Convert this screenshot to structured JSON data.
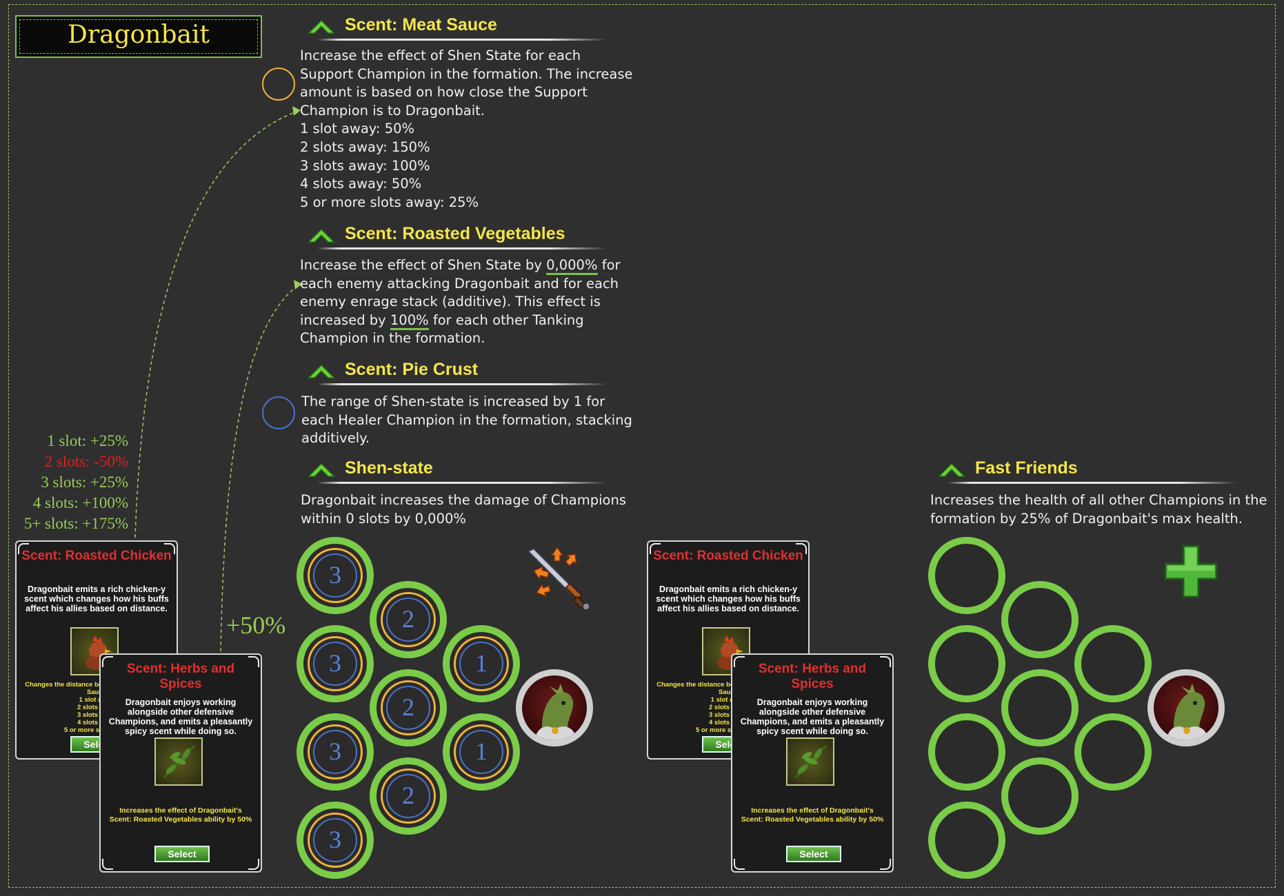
{
  "title": "Dragonbait",
  "abilities": [
    {
      "name": "Scent: Meat Sauce",
      "lines": [
        "Increase the effect of Shen State for each",
        "Support Champion in the formation. The increase",
        "amount is based on how close the Support",
        "Champion is to Dragonbait.",
        "1 slot away: 50%",
        "2 slots away: 150%",
        "3 slots away: 100%",
        "4 slots away: 50%",
        "5 or more slots away: 25%"
      ]
    },
    {
      "name": "Scent: Roasted Vegetables",
      "line1_pre": "Increase the effect of Shen State by ",
      "line1_val": "0,000%",
      "line1_post": " for",
      "line2": "each enemy attacking Dragonbait and for each",
      "line3": "enemy enrage stack (additive). This effect is",
      "line4_pre": "increased by ",
      "line4_val": "100%",
      "line4_post": " for each other Tanking",
      "line5": "Champion in the formation."
    },
    {
      "name": "Scent: Pie Crust",
      "lines": [
        "The range of Shen-state is increased by 1 for",
        "each Healer Champion in the formation, stacking",
        "additively."
      ]
    },
    {
      "name": "Shen-state",
      "lines": [
        "Dragonbait increases the damage of Champions",
        "within 0 slots by 0,000%"
      ]
    },
    {
      "name": "Fast Friends",
      "lines": [
        "Increases the health of all other Champions in the",
        "formation by 25% of Dragonbait's max health."
      ]
    }
  ],
  "slot_bonuses": [
    {
      "text": "1 slot: +25%",
      "color": "#9acd5a"
    },
    {
      "text": "2 slots: -50%",
      "color": "#e02020"
    },
    {
      "text": "3 slots: +25%",
      "color": "#9acd5a"
    },
    {
      "text": "4 slots: +100%",
      "color": "#9acd5a"
    },
    {
      "text": "5+ slots: +175%",
      "color": "#9acd5a"
    }
  ],
  "plus_label": "+50%",
  "cards": {
    "chicken": {
      "title": "Scent: Roasted Chicken",
      "desc": "Dragonbait emits a rich chicken-y scent which changes how his buffs affect his allies based on distance.",
      "effect": "Changes the distance bonuses of Scent: Meat Sauce",
      "lines": [
        "1 slot away",
        "2 slots away",
        "3 slots away",
        "4 slots away",
        "5 or more slots away"
      ],
      "button": "Select"
    },
    "herbs": {
      "title": "Scent: Herbs and Spices",
      "desc": "Dragonbait enjoys working alongside other defensive Champions, and emits a pleasantly spicy scent while doing so.",
      "effect": "Increases the effect of Dragonbait's Scent: Roasted Vegetables ability by 50%",
      "button": "Select"
    }
  },
  "formation_left": {
    "slots": [
      "3",
      "2",
      "3",
      "1",
      "2",
      "3",
      "1",
      "2",
      "3"
    ]
  },
  "icons": {
    "ability": "chevron-up-icon",
    "shen": "sword-buff-icon",
    "heal": "green-plus-icon",
    "portrait": "dragonbait-portrait-icon"
  },
  "colors": {
    "accent_green": "#7bcc48",
    "title_yellow": "#f4e64a",
    "card_title_red": "#e03030",
    "slot_orange": "#f1b23a",
    "slot_blue": "#4a72c9"
  }
}
